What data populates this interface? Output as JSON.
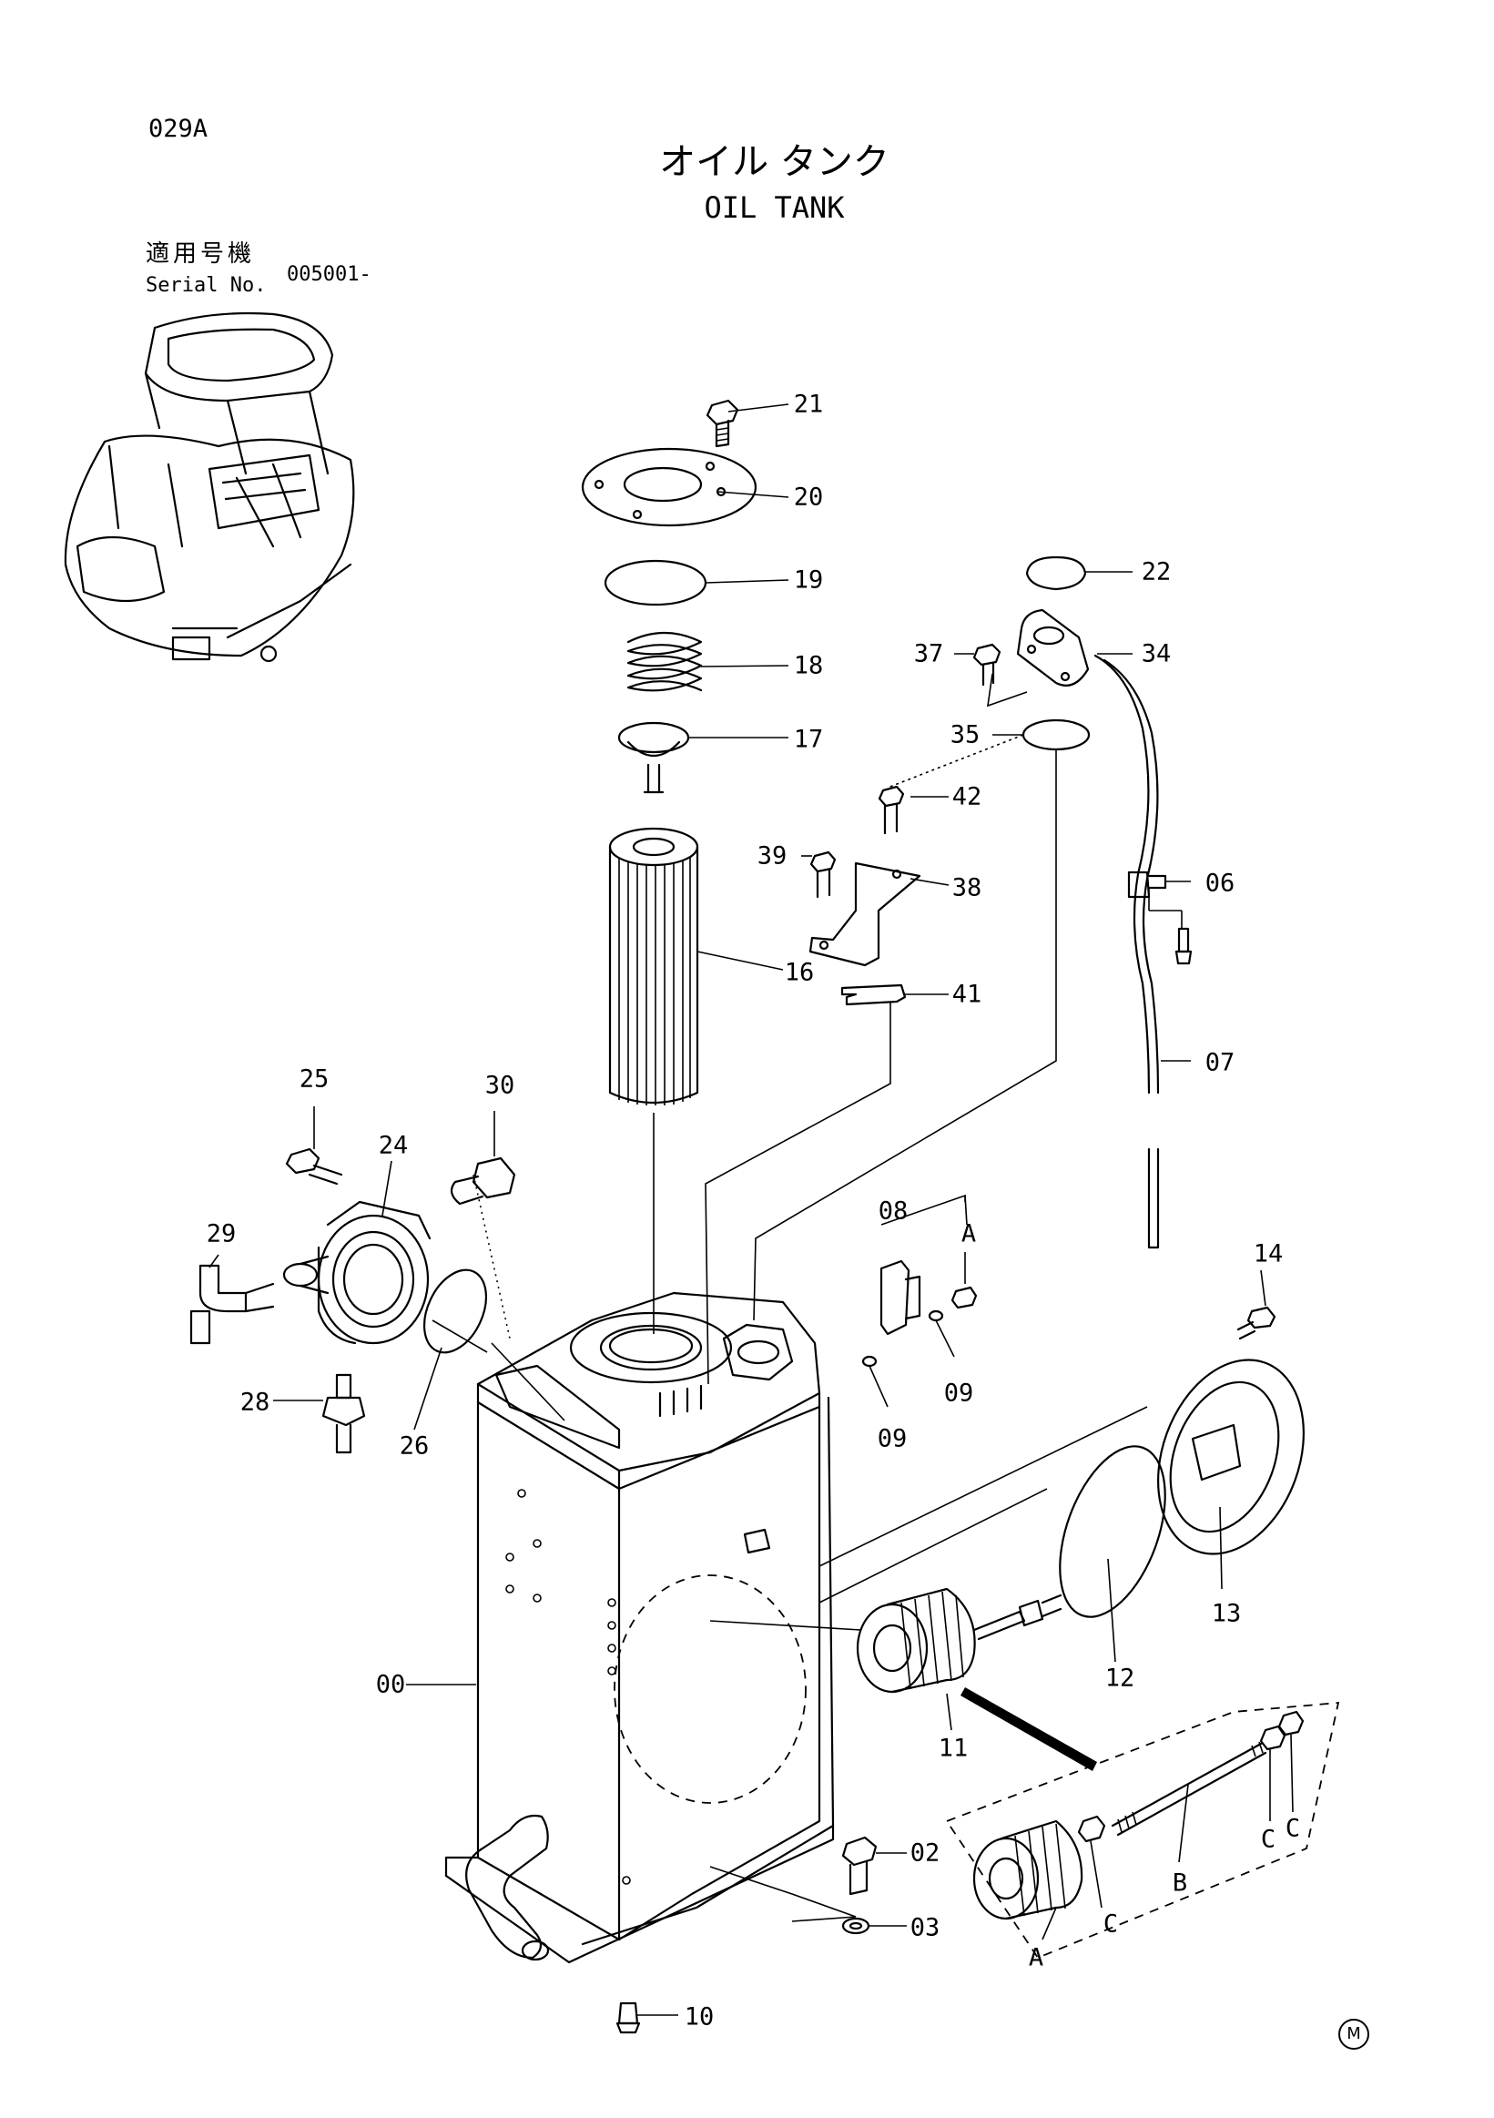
{
  "header": {
    "page_code": "029A",
    "title_ja": "オイル タンク",
    "title_en": "OIL TANK",
    "serial_label_ja": "適用号機",
    "serial_label_en": "Serial No.",
    "serial_value": "005001-"
  },
  "callouts": [
    {
      "id": "c21",
      "label": "21"
    },
    {
      "id": "c20",
      "label": "20"
    },
    {
      "id": "c19",
      "label": "19"
    },
    {
      "id": "c18",
      "label": "18"
    },
    {
      "id": "c17",
      "label": "17"
    },
    {
      "id": "c16",
      "label": "16"
    },
    {
      "id": "c22",
      "label": "22"
    },
    {
      "id": "c37",
      "label": "37"
    },
    {
      "id": "c34",
      "label": "34"
    },
    {
      "id": "c35",
      "label": "35"
    },
    {
      "id": "c42",
      "label": "42"
    },
    {
      "id": "c39",
      "label": "39"
    },
    {
      "id": "c38",
      "label": "38"
    },
    {
      "id": "c06",
      "label": "06"
    },
    {
      "id": "c41",
      "label": "41"
    },
    {
      "id": "c07",
      "label": "07"
    },
    {
      "id": "c25",
      "label": "25"
    },
    {
      "id": "c30",
      "label": "30"
    },
    {
      "id": "c24",
      "label": "24"
    },
    {
      "id": "c29",
      "label": "29"
    },
    {
      "id": "c08",
      "label": "08"
    },
    {
      "id": "cA1",
      "label": "A"
    },
    {
      "id": "c14",
      "label": "14"
    },
    {
      "id": "c09a",
      "label": "09"
    },
    {
      "id": "c09b",
      "label": "09"
    },
    {
      "id": "c28",
      "label": "28"
    },
    {
      "id": "c26",
      "label": "26"
    },
    {
      "id": "c13",
      "label": "13"
    },
    {
      "id": "c12",
      "label": "12"
    },
    {
      "id": "c00",
      "label": "00"
    },
    {
      "id": "c11",
      "label": "11"
    },
    {
      "id": "cC1",
      "label": "C"
    },
    {
      "id": "cC2",
      "label": "C"
    },
    {
      "id": "cB",
      "label": "B"
    },
    {
      "id": "cC3",
      "label": "C"
    },
    {
      "id": "c02",
      "label": "02"
    },
    {
      "id": "c03",
      "label": "03"
    },
    {
      "id": "cA2",
      "label": "A"
    },
    {
      "id": "c10",
      "label": "10"
    }
  ],
  "footer_mark": "M"
}
